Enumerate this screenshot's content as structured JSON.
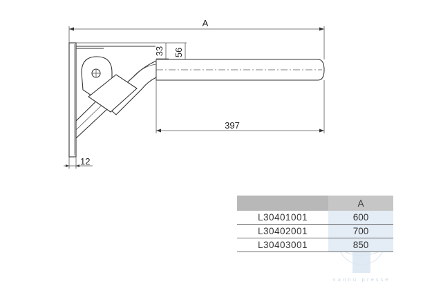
{
  "drawing": {
    "dim_overall": "A",
    "dim_height_small": "33",
    "dim_height_large": "56",
    "dim_length": "397",
    "dim_plate": "12"
  },
  "table": {
    "header_code": "",
    "header_value": "A",
    "rows": [
      {
        "code": "L30401001",
        "value": "600"
      },
      {
        "code": "L30402001",
        "value": "700"
      },
      {
        "code": "L30403001",
        "value": "850"
      }
    ]
  },
  "watermark": {
    "text": "vannu presse"
  },
  "colors": {
    "header_bg": "#b8b8b8",
    "value_bg": "#e4ecf5",
    "line": "#333333"
  }
}
